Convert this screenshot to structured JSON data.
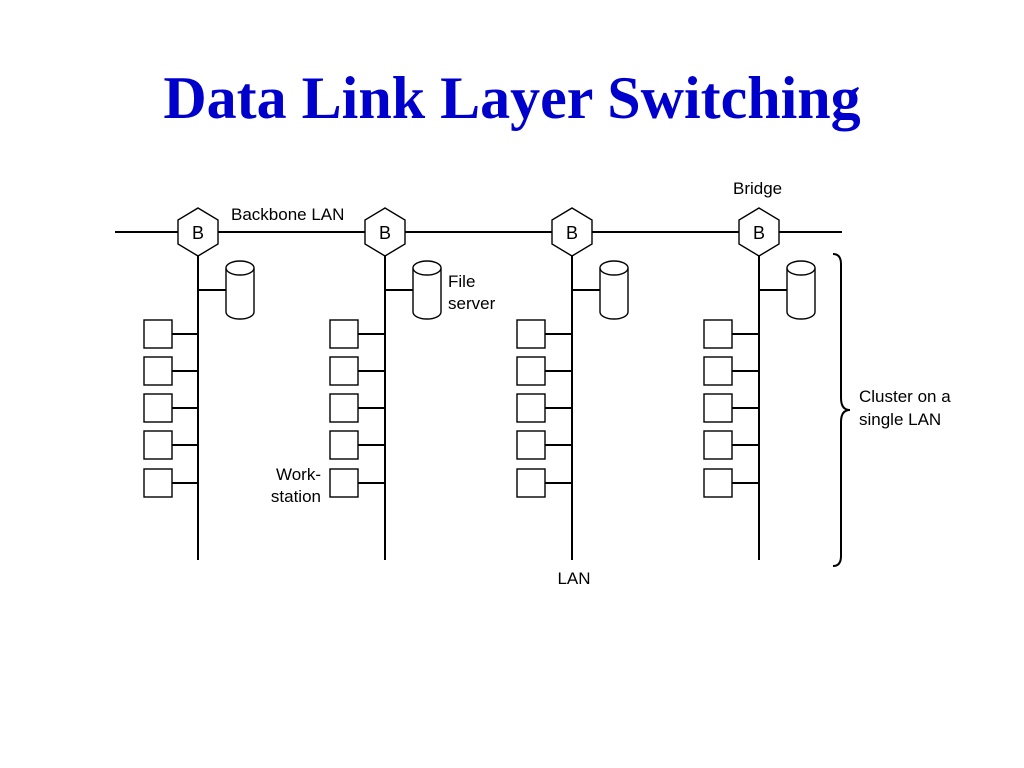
{
  "title": "Data Link Layer Switching",
  "colors": {
    "title": "#0000cc",
    "line": "#000000",
    "background": "#ffffff"
  },
  "diagram": {
    "bridge_symbol": "B",
    "labels": {
      "backbone": "Backbone LAN",
      "bridge": "Bridge",
      "file_server_line1": "File",
      "file_server_line2": "server",
      "workstation_line1": "Work-",
      "workstation_line2": "station",
      "lan": "LAN",
      "cluster_line1": "Cluster on a",
      "cluster_line2": "single LAN"
    },
    "lan_count": 4,
    "workstations_per_lan": 5,
    "file_servers_per_lan": 1
  }
}
